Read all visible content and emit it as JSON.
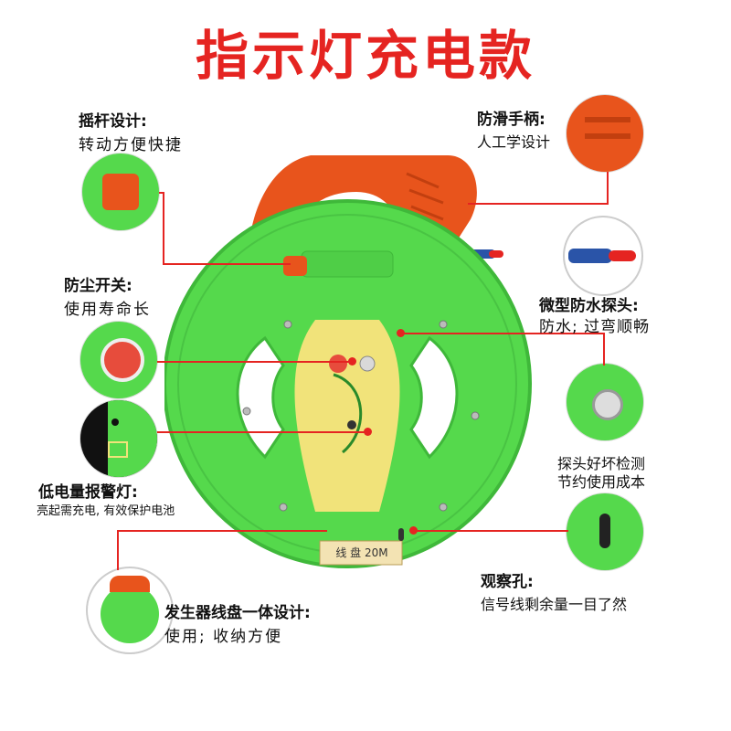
{
  "title": "指示灯充电款",
  "features": {
    "crank": {
      "heading": "摇杆设计:",
      "desc": "转动方便快捷"
    },
    "handle": {
      "heading": "防滑手柄:",
      "desc": "人工学设计"
    },
    "dust_switch": {
      "heading": "防尘开关:",
      "desc": "使用寿命长"
    },
    "probe": {
      "heading": "微型防水探头:",
      "desc": "防水; 过弯顺畅"
    },
    "probe_test": {
      "line1": "探头好坏检测",
      "line2": "节约使用成本"
    },
    "low_battery": {
      "heading": "低电量报警灯:",
      "desc": "亮起需充电, 有效保护电池"
    },
    "window": {
      "heading": "观察孔:",
      "desc": "信号线剩余量一目了然"
    },
    "integrated": {
      "heading": "发生器线盘一体设计:",
      "desc": "使用; 收纳方便"
    }
  },
  "product": {
    "label": "线 盘",
    "length": "20M"
  },
  "colors": {
    "accent": "#e52421",
    "reel": "#55d94c",
    "handle": "#e8541c",
    "panel": "#f1e37a"
  }
}
